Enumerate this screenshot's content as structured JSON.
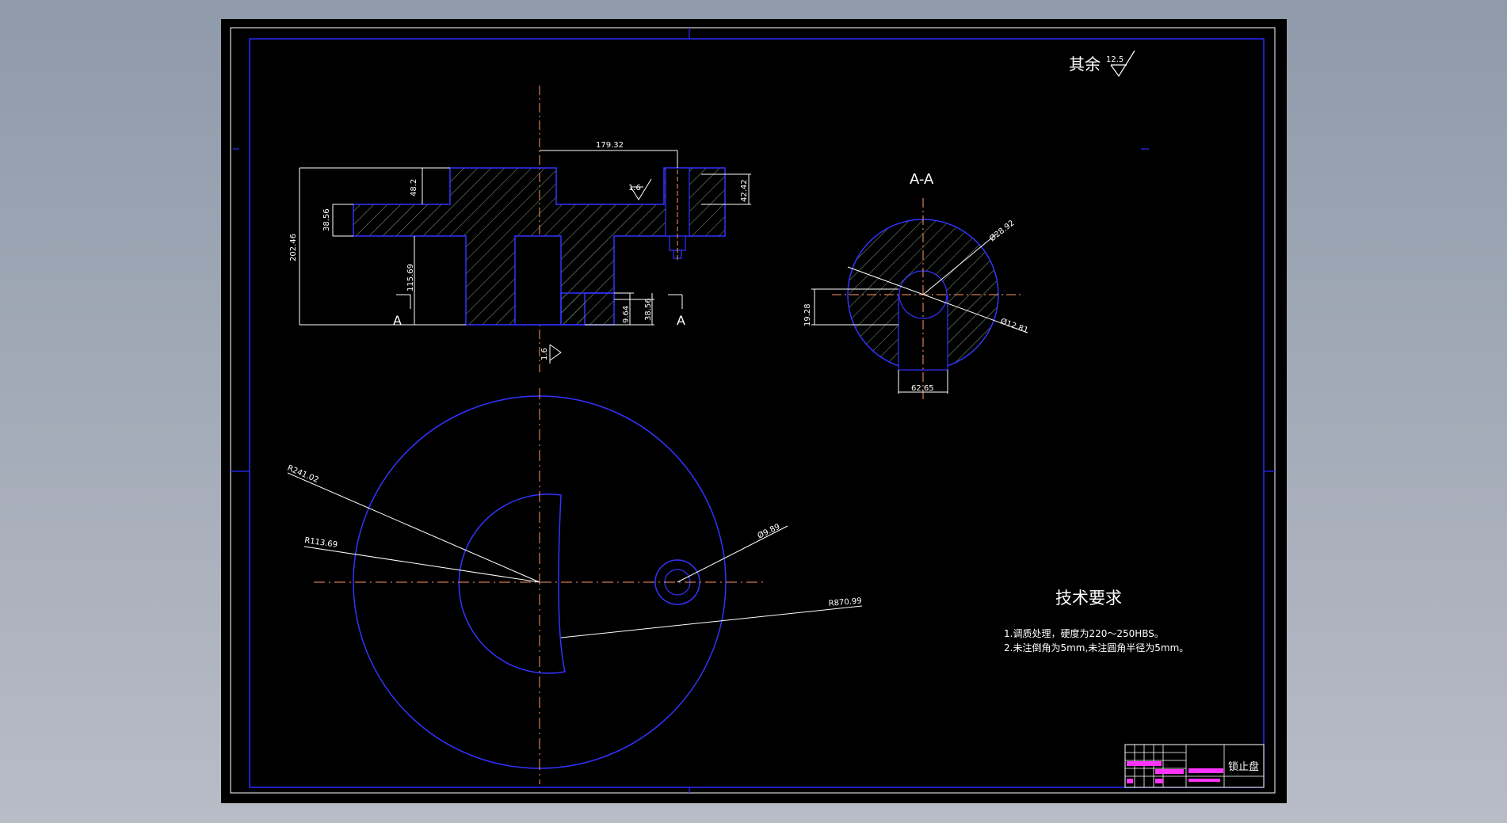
{
  "surface_finish": {
    "label": "其余",
    "value": "12.5"
  },
  "front_view": {
    "dims": {
      "width_top": "179.32",
      "height_total": "202.46",
      "height_top": "48.2",
      "flange_thk": "38.56",
      "hub_height": "115.69",
      "bolt_dim": "42.42",
      "slot_w": "9.64",
      "slot_h": "38.56"
    },
    "roughness_a": "1.6",
    "roughness_b": "1.6",
    "section_mark_left": "A",
    "section_mark_right": "A"
  },
  "section_view": {
    "title": "A-A",
    "dims": {
      "dia_outer": "Ø28.92",
      "dia_hole": "Ø12.81",
      "offset": "19.28",
      "width": "62.65"
    }
  },
  "top_view": {
    "dims": {
      "r_outer": "R241.02",
      "r_inner": "R113.69",
      "r_hole": "Ø9.89",
      "r_big": "R870.99"
    }
  },
  "tech_requirements": {
    "title": "技术要求",
    "items": [
      "1.调质处理，硬度为220～250HBS。",
      "2.未注倒角为5mm,未注圆角半径为5mm。"
    ]
  },
  "title_block": {
    "part_name": "锁止盘"
  }
}
